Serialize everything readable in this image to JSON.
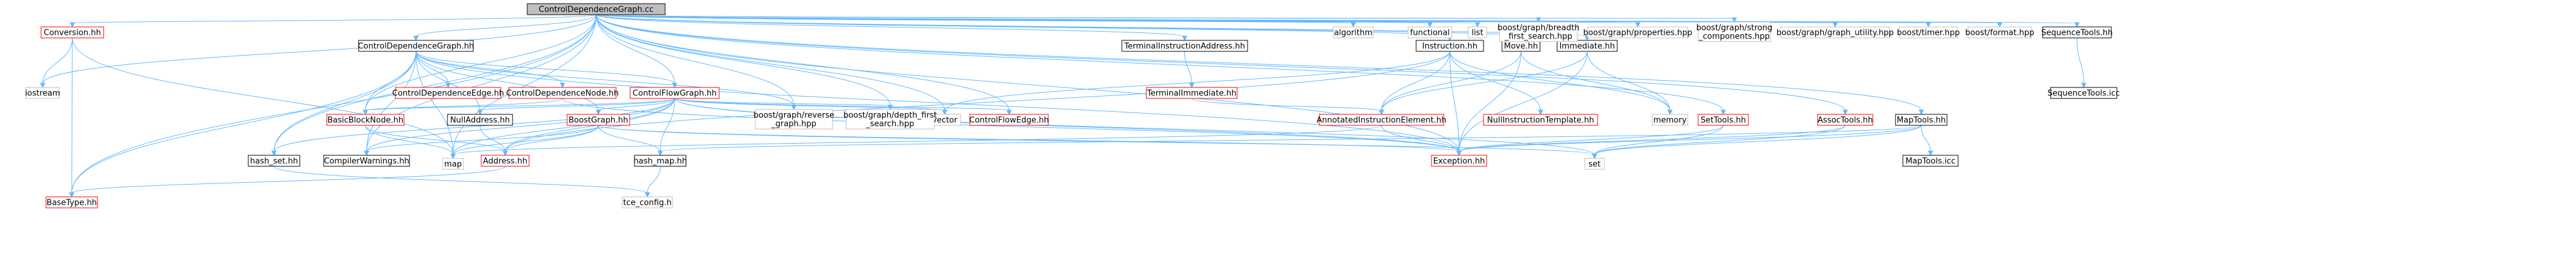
{
  "colors": {
    "root_fill": "#bfbfbf",
    "doc_border": "#000000",
    "undoc_border": "#bfbfbf",
    "red_border": "#ff0000",
    "edge": "#63b8ff",
    "text": "#000000"
  },
  "nodes": [
    {
      "id": "root",
      "label": "ControlDependenceGraph.cc",
      "kind": "root"
    },
    {
      "id": "conversion",
      "label": "Conversion.hh",
      "kind": "red"
    },
    {
      "id": "cdg_hh",
      "label": "ControlDependenceGraph.hh",
      "kind": "doc"
    },
    {
      "id": "terminal_instr_addr",
      "label": "TerminalInstructionAddress.hh",
      "kind": "doc"
    },
    {
      "id": "instruction",
      "label": "Instruction.hh",
      "kind": "doc"
    },
    {
      "id": "move",
      "label": "Move.hh",
      "kind": "doc"
    },
    {
      "id": "immediate",
      "label": "Immediate.hh",
      "kind": "doc"
    },
    {
      "id": "algorithm",
      "label": "algorithm",
      "kind": "undoc"
    },
    {
      "id": "functional",
      "label": "functional",
      "kind": "undoc"
    },
    {
      "id": "list",
      "label": "list",
      "kind": "undoc"
    },
    {
      "id": "bfs",
      "label": "boost/graph/breadth\n_first_search.hpp",
      "kind": "undoc"
    },
    {
      "id": "properties",
      "label": "boost/graph/properties.hpp",
      "kind": "undoc"
    },
    {
      "id": "strong",
      "label": "boost/graph/strong\n_components.hpp",
      "kind": "undoc"
    },
    {
      "id": "graph_utility",
      "label": "boost/graph/graph_utility.hpp",
      "kind": "undoc"
    },
    {
      "id": "timer",
      "label": "boost/timer.hpp",
      "kind": "undoc"
    },
    {
      "id": "format",
      "label": "boost/format.hpp",
      "kind": "undoc"
    },
    {
      "id": "seqtools_hh",
      "label": "SequenceTools.hh",
      "kind": "doc"
    },
    {
      "id": "iostream",
      "label": "iostream",
      "kind": "undoc"
    },
    {
      "id": "cdedge",
      "label": "ControlDependenceEdge.hh",
      "kind": "red"
    },
    {
      "id": "cdnode",
      "label": "ControlDependenceNode.hh",
      "kind": "red"
    },
    {
      "id": "cfg",
      "label": "ControlFlowGraph.hh",
      "kind": "red"
    },
    {
      "id": "terminal_imm",
      "label": "TerminalImmediate.hh",
      "kind": "red"
    },
    {
      "id": "vector",
      "label": "vector",
      "kind": "undoc"
    },
    {
      "id": "memory",
      "label": "memory",
      "kind": "undoc"
    },
    {
      "id": "settools",
      "label": "SetTools.hh",
      "kind": "red"
    },
    {
      "id": "assoctools",
      "label": "AssocTools.hh",
      "kind": "red"
    },
    {
      "id": "maptools_hh",
      "label": "MapTools.hh",
      "kind": "doc"
    },
    {
      "id": "seqtools_icc",
      "label": "SequenceTools.icc",
      "kind": "doc"
    },
    {
      "id": "basicblocknode",
      "label": "BasicBlockNode.hh",
      "kind": "red"
    },
    {
      "id": "nulladdress",
      "label": "NullAddress.hh",
      "kind": "doc"
    },
    {
      "id": "boostgraph",
      "label": "BoostGraph.hh",
      "kind": "red"
    },
    {
      "id": "reverse",
      "label": "boost/graph/reverse\n_graph.hpp",
      "kind": "undoc"
    },
    {
      "id": "dfs",
      "label": "boost/graph/depth_first\n_search.hpp",
      "kind": "undoc"
    },
    {
      "id": "cfedge",
      "label": "ControlFlowEdge.hh",
      "kind": "red"
    },
    {
      "id": "annotated",
      "label": "AnnotatedInstructionElement.hh",
      "kind": "red"
    },
    {
      "id": "nullinstr",
      "label": "NullInstructionTemplate.hh",
      "kind": "red"
    },
    {
      "id": "hash_set",
      "label": "hash_set.hh",
      "kind": "doc"
    },
    {
      "id": "compilerwarnings",
      "label": "CompilerWarnings.hh",
      "kind": "doc"
    },
    {
      "id": "map",
      "label": "map",
      "kind": "undoc"
    },
    {
      "id": "address",
      "label": "Address.hh",
      "kind": "red"
    },
    {
      "id": "hash_map",
      "label": "hash_map.hh",
      "kind": "doc"
    },
    {
      "id": "exception",
      "label": "Exception.hh",
      "kind": "red"
    },
    {
      "id": "set",
      "label": "set",
      "kind": "undoc"
    },
    {
      "id": "maptools_icc",
      "label": "MapTools.icc",
      "kind": "doc"
    },
    {
      "id": "basetype",
      "label": "BaseType.hh",
      "kind": "red"
    },
    {
      "id": "tce_config",
      "label": "tce_config.h",
      "kind": "undoc"
    }
  ],
  "edges": [
    [
      "root",
      "conversion"
    ],
    [
      "root",
      "cdg_hh"
    ],
    [
      "root",
      "terminal_instr_addr"
    ],
    [
      "root",
      "instruction"
    ],
    [
      "root",
      "move"
    ],
    [
      "root",
      "immediate"
    ],
    [
      "root",
      "algorithm"
    ],
    [
      "root",
      "functional"
    ],
    [
      "root",
      "list"
    ],
    [
      "root",
      "bfs"
    ],
    [
      "root",
      "properties"
    ],
    [
      "root",
      "strong"
    ],
    [
      "root",
      "graph_utility"
    ],
    [
      "root",
      "timer"
    ],
    [
      "root",
      "format"
    ],
    [
      "root",
      "seqtools_hh"
    ],
    [
      "root",
      "iostream"
    ],
    [
      "root",
      "cfg"
    ],
    [
      "root",
      "vector"
    ],
    [
      "root",
      "settools"
    ],
    [
      "root",
      "assoctools"
    ],
    [
      "root",
      "maptools_hh"
    ],
    [
      "root",
      "basicblocknode"
    ],
    [
      "root",
      "reverse"
    ],
    [
      "root",
      "dfs"
    ],
    [
      "root",
      "cfedge"
    ],
    [
      "root",
      "basetype"
    ],
    [
      "root",
      "map"
    ],
    [
      "root",
      "exception"
    ],
    [
      "root",
      "compilerwarnings"
    ],
    [
      "root",
      "hash_set"
    ],
    [
      "conversion",
      "iostream"
    ],
    [
      "conversion",
      "basetype"
    ],
    [
      "conversion",
      "map"
    ],
    [
      "cdg_hh",
      "cdedge"
    ],
    [
      "cdg_hh",
      "cdnode"
    ],
    [
      "cdg_hh",
      "cfg"
    ],
    [
      "cdg_hh",
      "basicblocknode"
    ],
    [
      "cdg_hh",
      "boostgraph"
    ],
    [
      "cdg_hh",
      "reverse"
    ],
    [
      "cdg_hh",
      "hash_set"
    ],
    [
      "cdg_hh",
      "compilerwarnings"
    ],
    [
      "cdg_hh",
      "basetype"
    ],
    [
      "cdg_hh",
      "map"
    ],
    [
      "cdg_hh",
      "exception"
    ],
    [
      "cdg_hh",
      "nulladdress"
    ],
    [
      "cdnode",
      "basicblocknode"
    ],
    [
      "cdnode",
      "exception"
    ],
    [
      "cfg",
      "basicblocknode"
    ],
    [
      "cfg",
      "nulladdress"
    ],
    [
      "cfg",
      "boostgraph"
    ],
    [
      "cfg",
      "reverse"
    ],
    [
      "cfg",
      "dfs"
    ],
    [
      "cfg",
      "cfedge"
    ],
    [
      "cfg",
      "vector"
    ],
    [
      "cfg",
      "hash_set"
    ],
    [
      "cfg",
      "compilerwarnings"
    ],
    [
      "cfg",
      "map"
    ],
    [
      "cfg",
      "address"
    ],
    [
      "cfg",
      "hash_map"
    ],
    [
      "cfg",
      "exception"
    ],
    [
      "cfg",
      "set"
    ],
    [
      "terminal_instr_addr",
      "terminal_imm"
    ],
    [
      "terminal_imm",
      "annotated"
    ],
    [
      "instruction",
      "vector"
    ],
    [
      "instruction",
      "annotated"
    ],
    [
      "instruction",
      "nullinstr"
    ],
    [
      "instruction",
      "memory"
    ],
    [
      "instruction",
      "exception"
    ],
    [
      "instruction",
      "address"
    ],
    [
      "move",
      "annotated"
    ],
    [
      "move",
      "memory"
    ],
    [
      "move",
      "exception"
    ],
    [
      "immediate",
      "annotated"
    ],
    [
      "immediate",
      "memory"
    ],
    [
      "immediate",
      "exception"
    ],
    [
      "settools",
      "exception"
    ],
    [
      "settools",
      "set"
    ],
    [
      "assoctools",
      "exception"
    ],
    [
      "assoctools",
      "set"
    ],
    [
      "maptools_hh",
      "maptools_icc"
    ],
    [
      "maptools_hh",
      "exception"
    ],
    [
      "maptools_hh",
      "set"
    ],
    [
      "maptools_hh",
      "hash_map"
    ],
    [
      "seqtools_hh",
      "seqtools_icc"
    ],
    [
      "basicblocknode",
      "address"
    ],
    [
      "basicblocknode",
      "map"
    ],
    [
      "nulladdress",
      "address"
    ],
    [
      "boostgraph",
      "map"
    ],
    [
      "boostgraph",
      "address"
    ],
    [
      "boostgraph",
      "hash_map"
    ],
    [
      "boostgraph",
      "exception"
    ],
    [
      "boostgraph",
      "compilerwarnings"
    ],
    [
      "boostgraph",
      "set"
    ],
    [
      "annotated",
      "exception"
    ],
    [
      "annotated",
      "map"
    ],
    [
      "hash_set",
      "tce_config"
    ],
    [
      "hash_map",
      "tce_config"
    ],
    [
      "address",
      "basetype"
    ]
  ]
}
